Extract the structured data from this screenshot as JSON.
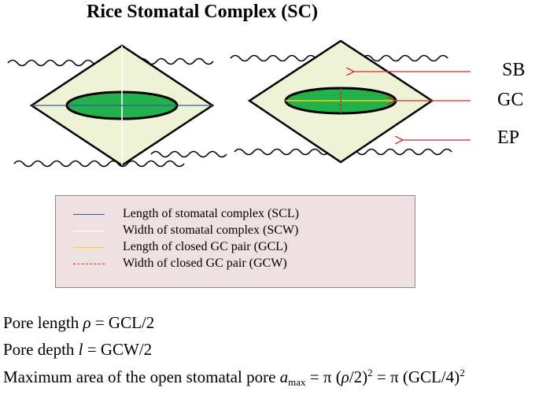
{
  "title": "Rice Stomatal Complex (SC)",
  "labels": {
    "sb": "SB",
    "gc": "GC",
    "ep": "EP"
  },
  "legend": [
    {
      "color": "#3b5aa0",
      "style": "solid",
      "text": "Length of stomatal complex (SCL)"
    },
    {
      "color": "#ffffff",
      "style": "solid",
      "text": "Width of stomatal complex (SCW)"
    },
    {
      "color": "#ffd200",
      "style": "solid",
      "text": "Length of closed GC pair (GCL)"
    },
    {
      "color": "#e0202a",
      "style": "dashed",
      "text": "Width of closed GC pair (GCW)"
    }
  ],
  "equations": {
    "pore_length": {
      "prefix": "Pore length ",
      "symbol": "ρ",
      "suffix": " = GCL/2"
    },
    "pore_depth": {
      "prefix": "Pore depth ",
      "symbol": "l",
      "suffix": " = GCW/2"
    },
    "max_area": {
      "prefix": "Maximum area of the open stomatal pore ",
      "symbol": "a",
      "subscript": "max",
      "eq1": " = π (",
      "rho": "ρ",
      "eq2": "/2)",
      "sup1": "2",
      "eq3": " = π (GCL/4)",
      "sup2": "2"
    }
  },
  "colors": {
    "cell_fill": "#eef3d6",
    "guard_cell": "#22b14c",
    "arrow": "#d7262f",
    "legend_bg": "#efe1e2"
  }
}
